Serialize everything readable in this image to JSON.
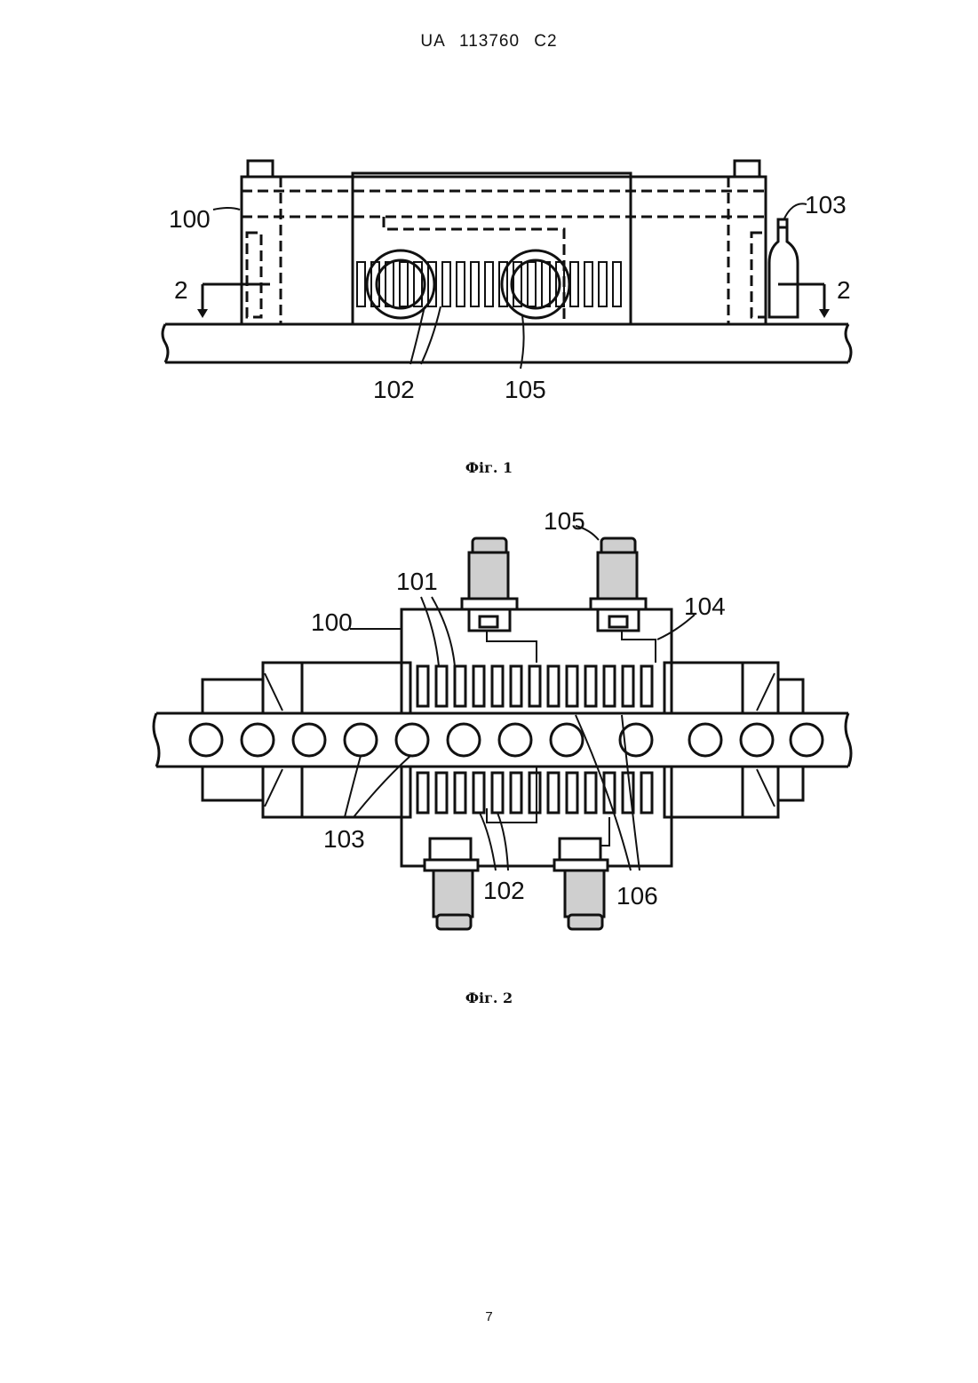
{
  "header": {
    "text": "UA   113760   C2"
  },
  "fig1": {
    "caption": "Фіг. 1",
    "labels": {
      "l100": "100",
      "l103": "103",
      "l102": "102",
      "l105": "105",
      "sec_left": "2",
      "sec_right": "2"
    }
  },
  "fig2": {
    "caption": "Фіг. 2",
    "labels": {
      "l100": "100",
      "l101": "101",
      "l103": "103",
      "l104": "104",
      "l105": "105",
      "l102": "102",
      "l106": "106"
    }
  },
  "footer": {
    "page_number": "7"
  }
}
